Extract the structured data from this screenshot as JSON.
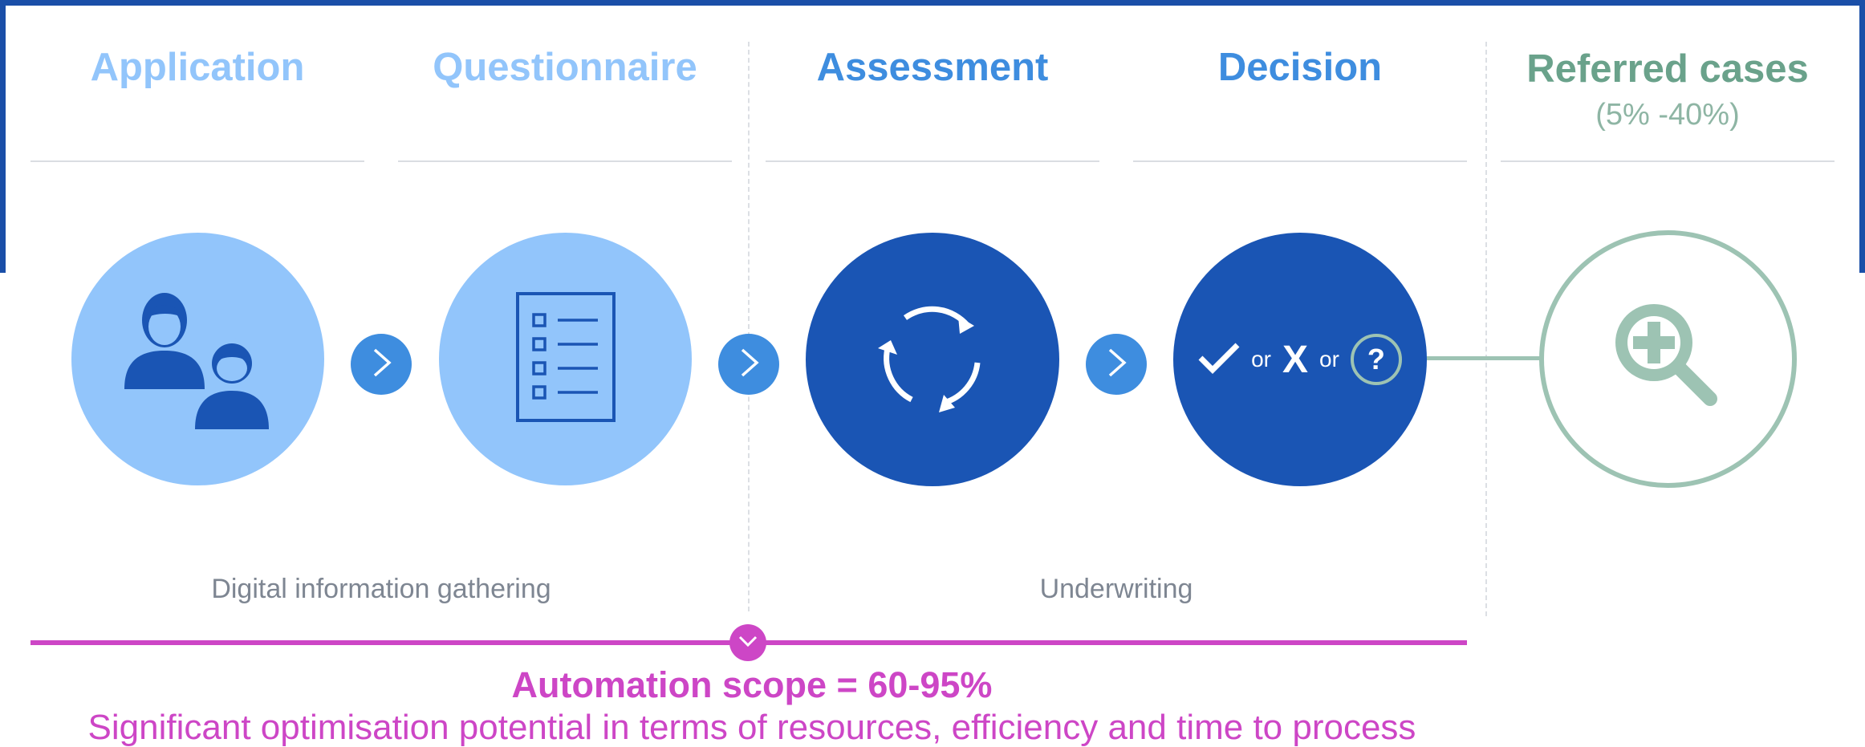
{
  "colors": {
    "frame": "#1a4fa8",
    "light_blue": "#92c5fb",
    "dark_blue": "#1a55b4",
    "mid_blue": "#3e8ddf",
    "green": "#6aa28b",
    "green_light": "#9dc3b3",
    "magenta": "#cd46c6",
    "gray_text": "#7e8692"
  },
  "stages": [
    {
      "title": "Application",
      "icon": "people-icon"
    },
    {
      "title": "Questionnaire",
      "icon": "checklist-icon"
    },
    {
      "title": "Assessment",
      "icon": "cycle-arrows-icon"
    },
    {
      "title": "Decision",
      "icon": "decision-icon"
    }
  ],
  "referred": {
    "title": "Referred cases",
    "range": "(5% -40%)",
    "icon": "magnify-plus-icon"
  },
  "decision": {
    "or1": "or",
    "x_mark": "X",
    "or2": "or",
    "question": "?"
  },
  "groups": {
    "digital": "Digital information gathering",
    "underwriting": "Underwriting"
  },
  "automation": {
    "title": "Automation scope = 60-95%",
    "description": "Significant optimisation potential in terms of resources, efficiency and time to process"
  }
}
